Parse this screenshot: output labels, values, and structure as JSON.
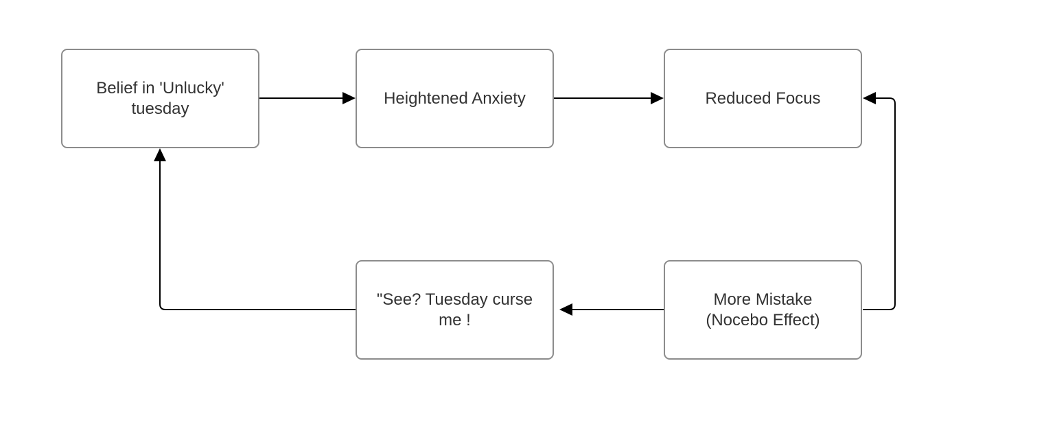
{
  "nodes": {
    "belief": "Belief in 'Unlucky'\ntuesday",
    "anxiety": "Heightened Anxiety",
    "focus": "Reduced Focus",
    "mistake": "More Mistake\n(Nocebo Effect)",
    "see": "\"See? Tuesday curse\nme !"
  },
  "edges": [
    {
      "from": "belief",
      "to": "anxiety"
    },
    {
      "from": "anxiety",
      "to": "focus"
    },
    {
      "from": "mistake",
      "to": "focus"
    },
    {
      "from": "mistake",
      "to": "see"
    },
    {
      "from": "see",
      "to": "belief"
    }
  ],
  "colors": {
    "stroke": "#000000",
    "node_border": "#8c8c8c",
    "text": "#333333"
  }
}
